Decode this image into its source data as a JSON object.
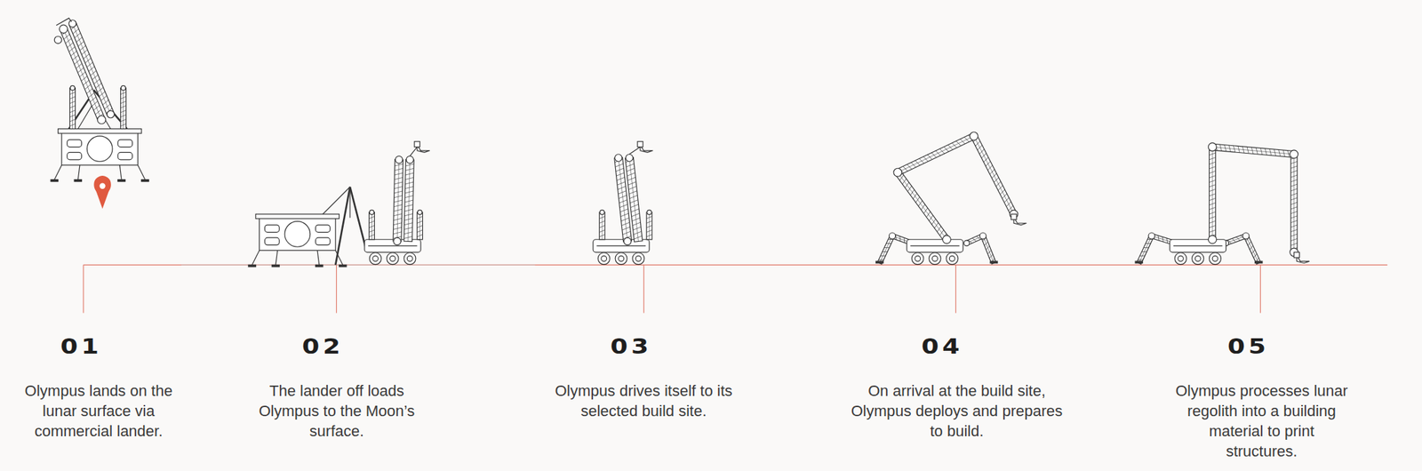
{
  "diagram": {
    "labels": [
      "01",
      "Olympus lands on the lunar surface via commercial lander.",
      "02",
      "The lander off loads Olympus to the Moon’s surface.",
      "03",
      "Olympus drives itself to its selected build site.",
      "04",
      "On arrival at the build site, Olympus deploys and prepares to build.",
      "05",
      "Olympus processes lunar regolith into a building material to print structures."
    ]
  }
}
